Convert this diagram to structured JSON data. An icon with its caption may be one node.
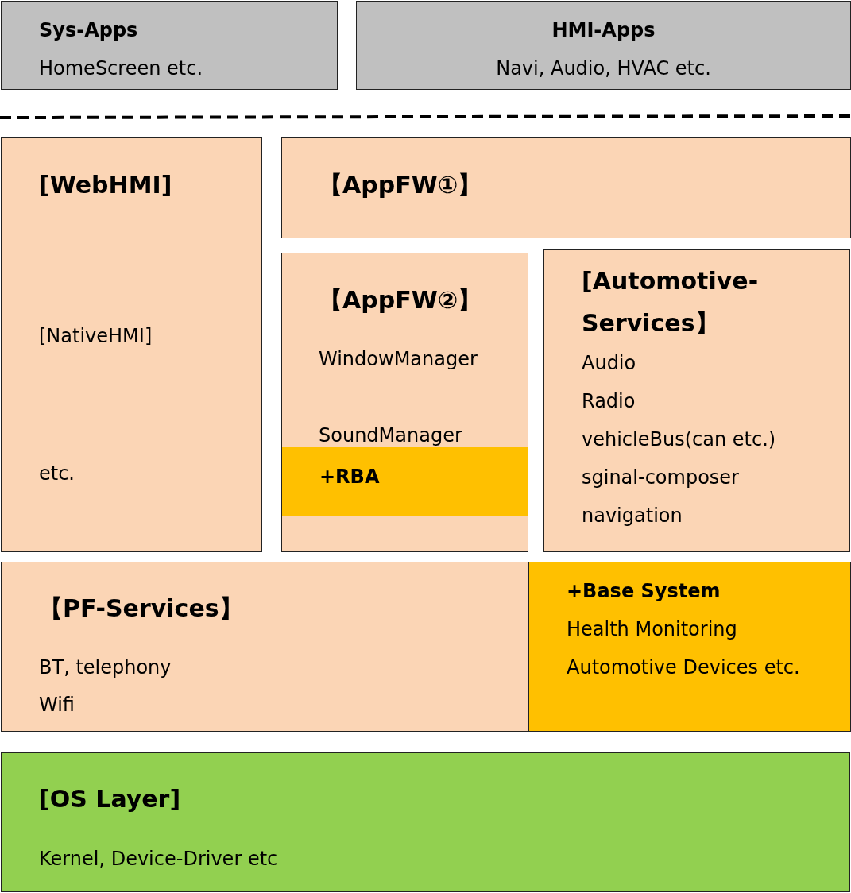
{
  "diagram": {
    "nodes": [
      {
        "text": [
          "Sys-Apps",
          "HomeScreen etc."
        ]
      },
      {
        "text": [
          "HMI-Apps",
          "Navi, Audio, HVAC etc."
        ]
      },
      {
        "text": [
          "[WebHMI]",
          "[NativeHMI]",
          "etc."
        ]
      },
      {
        "text": [
          "【AppFW①】"
        ]
      },
      {
        "text": [
          "【AppFW②】",
          "WindowManager",
          "SoundManager"
        ]
      },
      {
        "text": [
          "+RBA"
        ],
        "in": 4
      },
      {
        "text": [
          "[Automotive- Services】",
          "Audio",
          "Radio",
          "vehicleBus(can etc.)",
          "sginal-composer",
          "navigation"
        ]
      },
      {
        "text": [
          "【PF-Services】",
          "BT, telephony",
          "Wifi"
        ]
      },
      {
        "text": [
          "+Base System",
          "Health Monitoring",
          "Automotive Devices etc."
        ]
      },
      {
        "text": [
          "[OS Layer]",
          "Kernel, Device-Driver etc"
        ]
      }
    ]
  }
}
